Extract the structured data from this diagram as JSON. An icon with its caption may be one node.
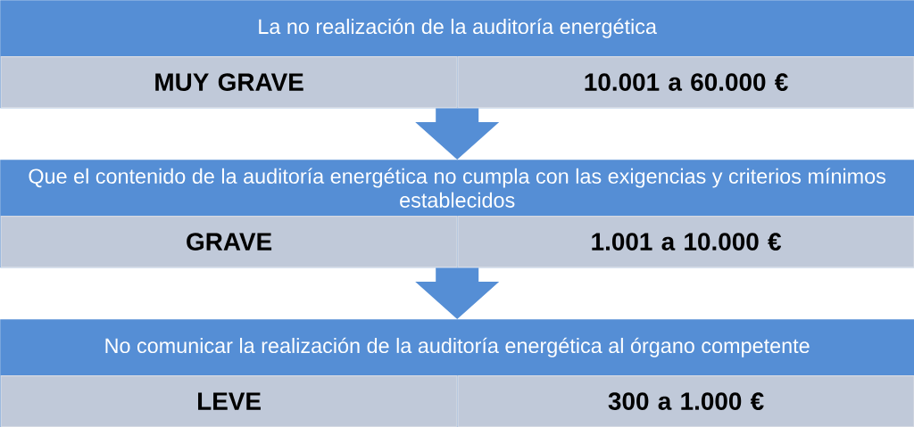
{
  "diagram": {
    "nodes": [
      {
        "text": [
          "La no realización de la auditoría energética"
        ]
      },
      {
        "text": [
          "MUY GRAVE"
        ],
        "in": 0
      },
      {
        "text": [
          "10.001 a 60.000 €"
        ],
        "in": 0
      },
      {
        "text": [
          "Que el contenido de la auditoría energética no cumpla con las exigencias y criterios mínimos establecidos"
        ]
      },
      {
        "text": [
          "GRAVE"
        ],
        "in": 3
      },
      {
        "text": [
          "1.001 a 10.000 €"
        ],
        "in": 3
      },
      {
        "text": [
          "No comunicar la realización de la auditoría energética al órgano competente"
        ]
      },
      {
        "text": [
          "LEVE"
        ],
        "in": 6
      },
      {
        "text": [
          "300 a 1.000 €"
        ],
        "in": 6
      }
    ],
    "edges": [
      {
        "from": 0,
        "to": 3,
        "arrow": "to"
      },
      {
        "from": 3,
        "to": 6,
        "arrow": "to"
      }
    ]
  }
}
